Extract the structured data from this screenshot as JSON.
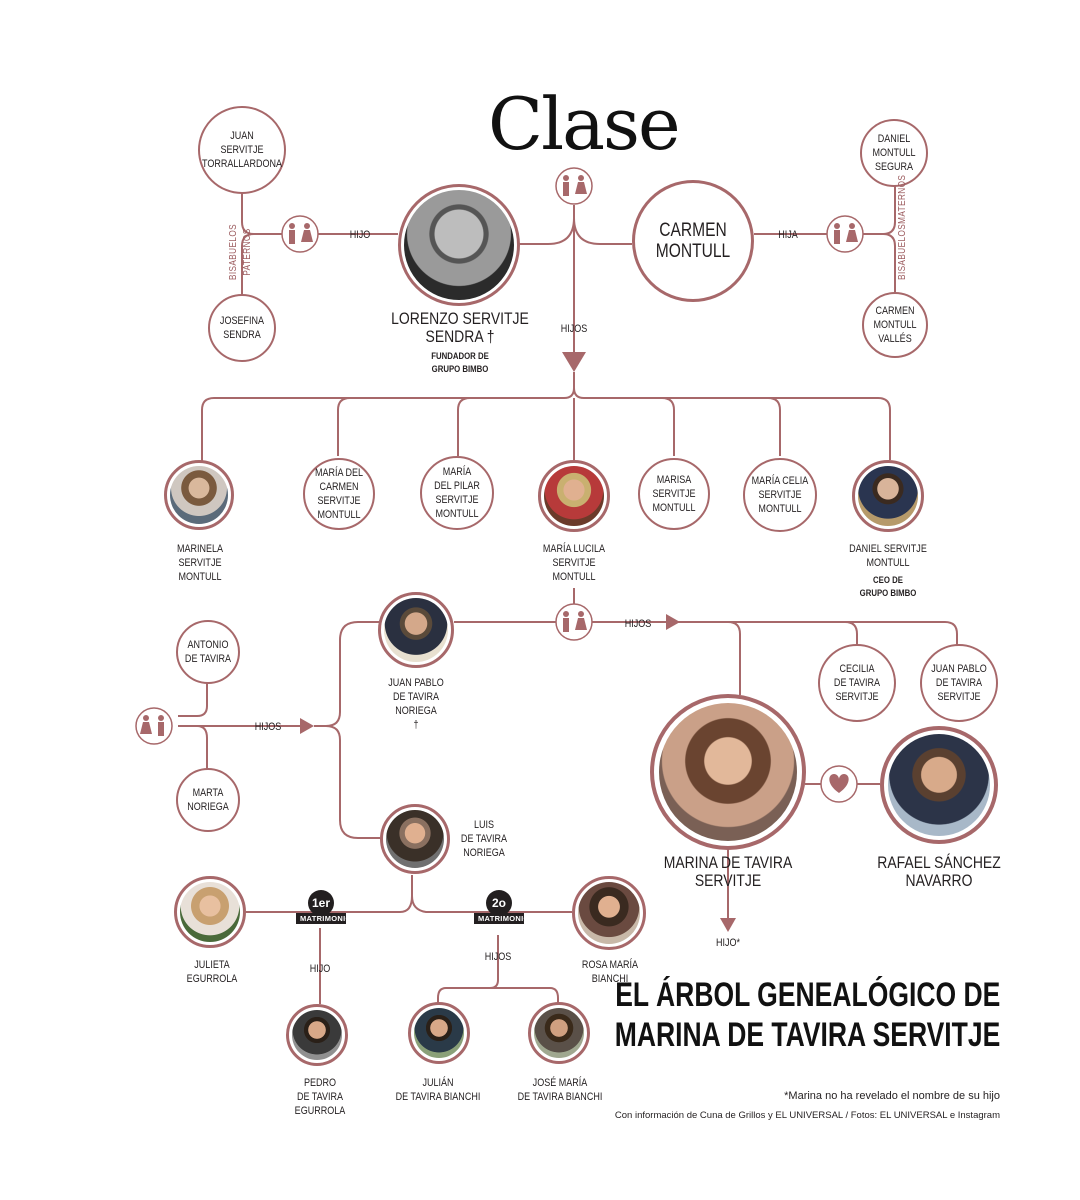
{
  "brand": "Clase",
  "title_line1": "EL ÁRBOL GENEALÓGICO DE",
  "title_line2": "MARINA DE TAVIRA SERVITJE",
  "footnote": "*Marina no ha revelado el nombre de su hijo",
  "credits": "Con información de Cuna de Grillos y EL UNIVERSAL / Fotos: EL UNIVERSAL e Instagram",
  "labels": {
    "hijo": "HIJO",
    "hija": "HIJA",
    "hijos": "HIJOS",
    "hijo_star": "HIJO*",
    "bisabuelos_paternos": "BISABUELOS PATERNOS",
    "bisabuelos_maternos": "BISABUELOSMATERNOS",
    "first_num": "1er",
    "second_num": "2o",
    "matrimonio": "MATRIMONIO"
  },
  "people": {
    "juan_servitje": "JUAN\nSERVITJE\nTORRALLARDONA",
    "josefina": "JOSEFINA\nSENDRA",
    "lorenzo": "LORENZO SERVITJE",
    "lorenzo2": "SENDRA †",
    "lorenzo_role": "FUNDADOR DE\nGRUPO BIMBO",
    "carmen_montull": "CARMEN\nMONTULL",
    "daniel_montull": "DANIEL\nMONTULL\nSEGURA",
    "carmen_valles": "CARMEN\nMONTULL\nVALLÉS",
    "marinela": "MARINELA\nSERVITJE\nMONTULL",
    "maria_carmen": "MARÍA DEL\nCARMEN\nSERVITJE\nMONTULL",
    "maria_pilar": "MARÍA\nDEL PILAR\nSERVITJE\nMONTULL",
    "maria_lucila": "MARÍA LUCILA\nSERVITJE\nMONTULL",
    "marisa": "MARISA\nSERVITJE\nMONTULL",
    "maria_celia": "MARÍA CELIA\nSERVITJE\nMONTULL",
    "daniel_servitje": "DANIEL SERVITJE\nMONTULL",
    "daniel_role": "CEO DE\nGRUPO BIMBO",
    "antonio": "ANTONIO\nDE TAVIRA",
    "marta": "MARTA\nNORIEGA",
    "juan_pablo": "JUAN PABLO\nDE TAVIRA\nNORIEGA\n†",
    "cecilia": "CECILIA\nDE TAVIRA\nSERVITJE",
    "juan_pablo_jr": "JUAN PABLO\nDE TAVIRA\nSERVITJE",
    "marina": "MARINA DE TAVIRA\nSERVITJE",
    "rafael": "RAFAEL SÁNCHEZ\nNAVARRO",
    "luis": "LUIS\nDE TAVIRA\nNORIEGA",
    "julieta": "JULIETA\nEGURROLA",
    "rosa_maria": "ROSA MARÍA\nBIANCHI",
    "pedro": "PEDRO\nDE TAVIRA EGURROLA",
    "julian": "JULIÁN\nDE TAVIRA BIANCHI",
    "jose_maria": "JOSÉ MARÍA\nDE TAVIRA BIANCHI"
  },
  "colors": {
    "line": "#a7686a",
    "text": "#231f20"
  }
}
